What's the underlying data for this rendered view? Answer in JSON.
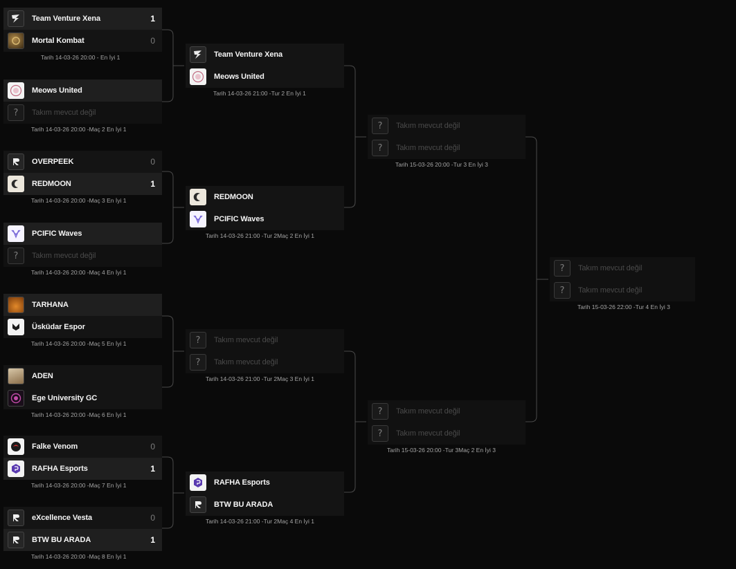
{
  "empty_label": "Takım mevcut değil",
  "unknown_logo": "?",
  "rounds": [
    [
      {
        "teams": [
          {
            "name": "Team Venture Xena",
            "score": "1",
            "win": true,
            "logo": "venture-logo"
          },
          {
            "name": "Mortal Kombat",
            "score": "0",
            "win": false,
            "logo": "mortal-kombat-logo"
          }
        ],
        "date": "Tarih 14-03-26 20:00 - En İyi 1"
      },
      {
        "teams": [
          {
            "name": "Meows United",
            "score": "",
            "win": true,
            "logo": "meows-logo"
          },
          {
            "name": "Takım mevcut değil",
            "score": "",
            "empty": true,
            "logo": "question-icon"
          }
        ],
        "date": "Tarih 14-03-26 20:00 -Maç 2 En İyi 1"
      },
      {
        "teams": [
          {
            "name": "OVERPEEK",
            "score": "0",
            "win": false,
            "logo": "r-logo"
          },
          {
            "name": "REDMOON",
            "score": "1",
            "win": true,
            "logo": "redmoon-logo"
          }
        ],
        "date": "Tarih 14-03-26 20:00 -Maç 3 En İyi 1"
      },
      {
        "teams": [
          {
            "name": "PCIFIC Waves",
            "score": "",
            "win": true,
            "logo": "pacific-logo"
          },
          {
            "name": "Takım mevcut değil",
            "score": "",
            "empty": true,
            "logo": "question-icon"
          }
        ],
        "date": "Tarih 14-03-26 20:00 -Maç 4 En İyi 1"
      },
      {
        "teams": [
          {
            "name": "TARHANA",
            "score": "",
            "win": true,
            "logo": "tarhana-logo"
          },
          {
            "name": "Üsküdar Espor",
            "score": "",
            "win": false,
            "logo": "uskudar-logo"
          }
        ],
        "date": "Tarih 14-03-26 20:00 -Maç 5 En İyi 1"
      },
      {
        "teams": [
          {
            "name": "ADEN",
            "score": "",
            "win": false,
            "logo": "aden-logo"
          },
          {
            "name": "Ege University GC",
            "score": "",
            "win": false,
            "logo": "ege-logo"
          }
        ],
        "date": "Tarih 14-03-26 20:00 -Maç 6 En İyi 1"
      },
      {
        "teams": [
          {
            "name": "Falke Venom",
            "score": "0",
            "win": false,
            "logo": "falke-logo"
          },
          {
            "name": "RAFHA Esports",
            "score": "1",
            "win": true,
            "logo": "rafha-logo"
          }
        ],
        "date": "Tarih 14-03-26 20:00 -Maç 7 En İyi 1"
      },
      {
        "teams": [
          {
            "name": "eXcellence Vesta",
            "score": "0",
            "win": false,
            "logo": "r-logo"
          },
          {
            "name": "BTW BU ARADA",
            "score": "1",
            "win": true,
            "logo": "r-logo"
          }
        ],
        "date": "Tarih 14-03-26 20:00 -Maç 8 En İyi 1"
      }
    ],
    [
      {
        "teams": [
          {
            "name": "Team Venture Xena",
            "score": "",
            "win": false,
            "logo": "venture-logo"
          },
          {
            "name": "Meows United",
            "score": "",
            "win": false,
            "logo": "meows-logo"
          }
        ],
        "date": "Tarih 14-03-26 21:00 -Tur 2 En İyi 1"
      },
      {
        "teams": [
          {
            "name": "REDMOON",
            "score": "",
            "win": false,
            "logo": "redmoon-logo"
          },
          {
            "name": "PCIFIC Waves",
            "score": "",
            "win": false,
            "logo": "pacific-logo"
          }
        ],
        "date": "Tarih 14-03-26 21:00 -Tur 2Maç 2 En İyi 1"
      },
      {
        "teams": [
          {
            "name": "Takım mevcut değil",
            "score": "",
            "empty": true,
            "logo": "question-icon"
          },
          {
            "name": "Takım mevcut değil",
            "score": "",
            "empty": true,
            "logo": "question-icon"
          }
        ],
        "date": "Tarih 14-03-26 21:00 -Tur 2Maç 3 En İyi 1"
      },
      {
        "teams": [
          {
            "name": "RAFHA Esports",
            "score": "",
            "win": false,
            "logo": "rafha-logo"
          },
          {
            "name": "BTW BU ARADA",
            "score": "",
            "win": false,
            "logo": "r-logo"
          }
        ],
        "date": "Tarih 14-03-26 21:00 -Tur 2Maç 4 En İyi 1"
      }
    ],
    [
      {
        "teams": [
          {
            "name": "Takım mevcut değil",
            "score": "",
            "empty": true,
            "logo": "question-icon"
          },
          {
            "name": "Takım mevcut değil",
            "score": "",
            "empty": true,
            "logo": "question-icon"
          }
        ],
        "date": "Tarih 15-03-26 20:00 -Tur 3 En İyi 3"
      },
      {
        "teams": [
          {
            "name": "Takım mevcut değil",
            "score": "",
            "empty": true,
            "logo": "question-icon"
          },
          {
            "name": "Takım mevcut değil",
            "score": "",
            "empty": true,
            "logo": "question-icon"
          }
        ],
        "date": "Tarih 15-03-26 20:00 -Tur 3Maç 2 En İyi 3"
      }
    ],
    [
      {
        "teams": [
          {
            "name": "Takım mevcut değil",
            "score": "",
            "empty": true,
            "logo": "question-icon"
          },
          {
            "name": "Takım mevcut değil",
            "score": "",
            "empty": true,
            "logo": "question-icon"
          }
        ],
        "date": "Tarih 15-03-26 22:00 -Tur 4 En İyi 3"
      }
    ]
  ]
}
